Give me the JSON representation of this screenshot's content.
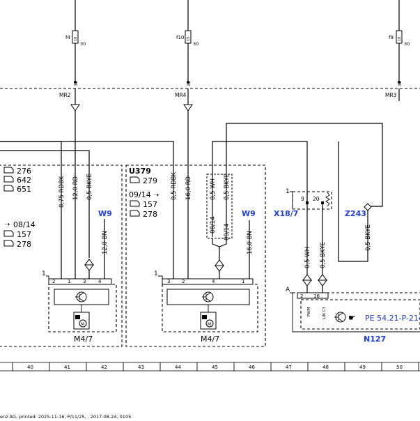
{
  "fuses": {
    "f4": {
      "label": "f4",
      "rating": "10",
      "pin": "30",
      "bottom_pin": "30"
    },
    "f10": {
      "label": "f10",
      "rating": "15",
      "pin": "30",
      "bottom_pin": "30"
    },
    "f9": {
      "label": "f9",
      "rating": "10",
      "pin": "30",
      "bottom_pin": "30"
    }
  },
  "ground_points": {
    "mr2": "MR2",
    "mr4": "MR4",
    "mr3": "MR3"
  },
  "left_block": {
    "engines": [
      "276",
      "642",
      "651"
    ],
    "variants": [
      "08/14",
      "157",
      "278"
    ]
  },
  "mid_block": {
    "title": "U379",
    "engine": "279",
    "date": "09/14",
    "variants": [
      "157",
      "278"
    ]
  },
  "wires": {
    "w1": "0,75 RDBK",
    "w2": "12,0 RD",
    "w3": "0,5 BKYE",
    "w4": "12,0 BN",
    "w5": "0,5 RDBK",
    "w6": "16,0 RD",
    "w7": "0,5 WH",
    "w8": "0,5 BKYE",
    "w9": "16,0 BN",
    "w10": "0,5 WH",
    "w11": "0,5 BKYE",
    "w12": "0,5 BKYE",
    "date1": "08/14",
    "date2": "09/14"
  },
  "refs": {
    "w9a": "W9",
    "w9b": "W9",
    "x18": "X18/7",
    "z243": "Z243"
  },
  "connector_x18": {
    "num": "1",
    "pin_a": "9",
    "pin_b": "20"
  },
  "components": {
    "m47a": {
      "label": "M4/7",
      "pin_group": "1",
      "pins": [
        "2",
        "1",
        "3",
        "4"
      ]
    },
    "m47b": {
      "label": "M4/7",
      "pin_group": "1",
      "pins": [
        "3",
        "2",
        "4",
        "1"
      ]
    },
    "n127": {
      "label": "N127",
      "pin_group": "A",
      "pins": [
        "2",
        "16"
      ],
      "pin_names": [
        "PWM",
        "LIN C3"
      ],
      "ref": "PE 54.21-P-214"
    }
  },
  "grid": [
    "40",
    "41",
    "42",
    "43",
    "44",
    "45",
    "46",
    "47",
    "48",
    "49",
    "50"
  ],
  "footer": "enz AG, printed: 2025-11-16, P/11/25, , 2017-08-24, 0105"
}
